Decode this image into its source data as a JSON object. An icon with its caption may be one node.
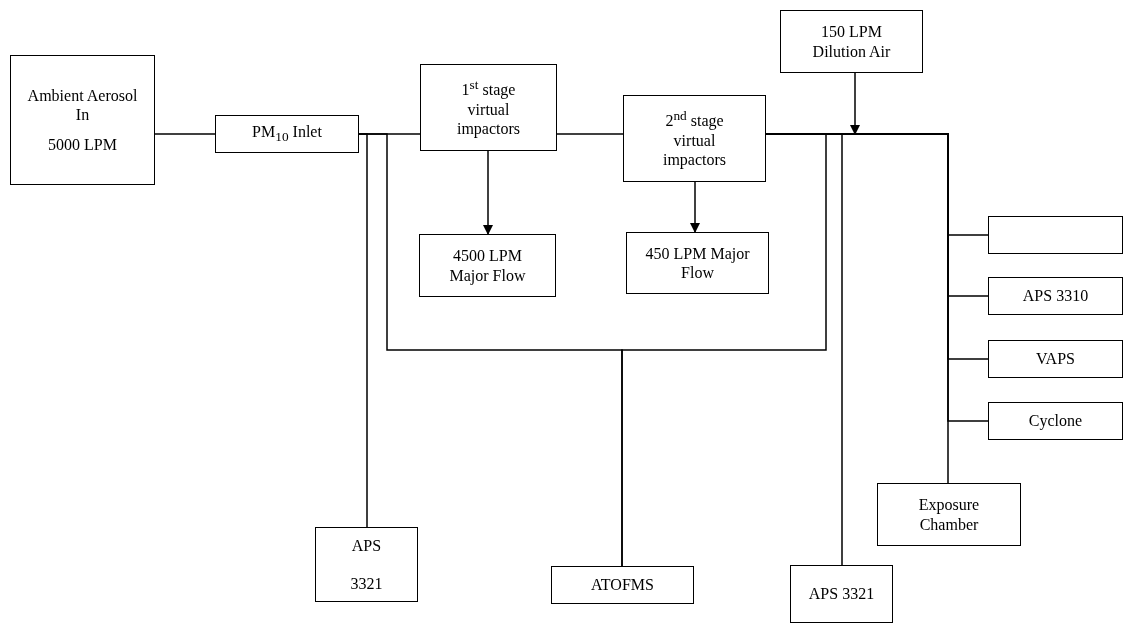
{
  "diagram": {
    "nodes": [
      {
        "text": [
          "Ambient Aerosol In",
          "5000 LPM"
        ]
      },
      {
        "text": [
          "PM$_{10}$ Inlet"
        ]
      },
      {
        "text": [
          "1$^{st}$ stage virtual impactors"
        ]
      },
      {
        "text": [
          "2$^{nd}$ stage virtual impactors"
        ]
      },
      {
        "text": [
          "4500 LPM Major Flow"
        ]
      },
      {
        "text": [
          "450 LPM Major Flow"
        ]
      },
      {
        "text": [
          "150 LPM Dilution Air"
        ]
      },
      {
        "text": [],
        "shape": "box"
      },
      {
        "text": [
          "APS 3310"
        ]
      },
      {
        "text": [
          "VAPS"
        ]
      },
      {
        "text": [
          "Cyclone"
        ]
      },
      {
        "text": [
          "Exposure Chamber"
        ]
      },
      {
        "text": [
          "APS",
          "3321"
        ]
      },
      {
        "text": [
          "ATOFMS"
        ]
      },
      {
        "text": [
          "APS 3321"
        ]
      }
    ],
    "edges": [
      {
        "from": 0,
        "to": 1,
        "arrow": "none"
      },
      {
        "from": 1,
        "to": 2,
        "arrow": "none"
      },
      {
        "from": 2,
        "to": 3,
        "arrow": "none"
      },
      {
        "from": 2,
        "to": 4,
        "arrow": "to"
      },
      {
        "from": 3,
        "to": 5,
        "arrow": "to"
      },
      {
        "from": 1,
        "to": 12,
        "arrow": "none"
      },
      {
        "from": 1,
        "to": 13,
        "arrow": "none"
      },
      {
        "from": 3,
        "to": 13,
        "arrow": "none"
      },
      {
        "from": 3,
        "to": 14,
        "arrow": "none"
      },
      {
        "from": 6,
        "to": null,
        "arrow": "to"
      },
      {
        "from": 3,
        "to": 7,
        "arrow": "none"
      },
      {
        "from": 3,
        "to": 8,
        "arrow": "none"
      },
      {
        "from": 3,
        "to": 9,
        "arrow": "none"
      },
      {
        "from": 3,
        "to": 10,
        "arrow": "none"
      },
      {
        "from": 3,
        "to": 11,
        "arrow": "none"
      }
    ]
  }
}
